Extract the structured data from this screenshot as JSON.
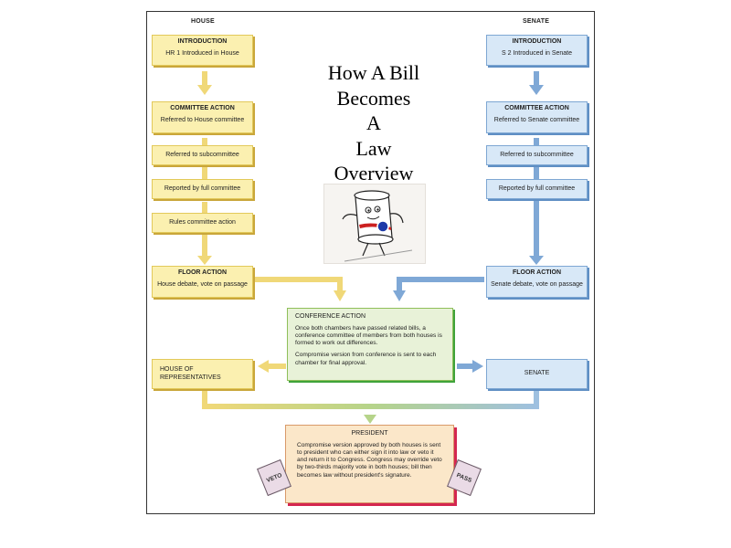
{
  "headers": {
    "house": "HOUSE",
    "senate": "SENATE"
  },
  "title_lines": [
    "How A Bill",
    "Becomes",
    "A",
    "Law",
    "Overview"
  ],
  "house": {
    "introduction": {
      "title": "INTRODUCTION",
      "text": "HR 1 Introduced in House"
    },
    "committee": {
      "title": "COMMITTEE ACTION",
      "text": "Referred to House committee"
    },
    "subcommittee": "Referred to subcommittee",
    "full_committee": "Reported by full committee",
    "rules": "Rules committee action",
    "floor": {
      "title": "FLOOR ACTION",
      "text": "House debate, vote on passage"
    },
    "final": "HOUSE OF REPRESENTATIVES"
  },
  "senate": {
    "introduction": {
      "title": "INTRODUCTION",
      "text": "S 2 Introduced in Senate"
    },
    "committee": {
      "title": "COMMITTEE ACTION",
      "text": "Referred to Senate committee"
    },
    "subcommittee": "Referred to subcommittee",
    "full_committee": "Reported by full committee",
    "floor": {
      "title": "FLOOR ACTION",
      "text": "Senate debate, vote on passage"
    },
    "final": "SENATE"
  },
  "conference": {
    "title": "CONFERENCE ACTION",
    "p1": "Once both chambers have passed related bills, a conference committee of members from both houses is formed to work out differences.",
    "p2": "Compromise version from conference is sent to each chamber for final approval."
  },
  "president": {
    "title": "PRESIDENT",
    "text": "Compromise version approved by both houses is sent to president who can either sign it into law or veto it and return it to Congress. Congress may override veto by two-thirds majority vote in both houses; bill then becomes law without president's signature."
  },
  "stamps": {
    "veto": "VETO",
    "pass": "PASS"
  },
  "colors": {
    "house": "#f0d878",
    "senate": "#7fa8d6",
    "conference": "#3fa33a",
    "president": "#d4264f"
  },
  "icons": [
    "bill-character-illustration",
    "arrow-down",
    "arrow-right",
    "arrow-left"
  ]
}
